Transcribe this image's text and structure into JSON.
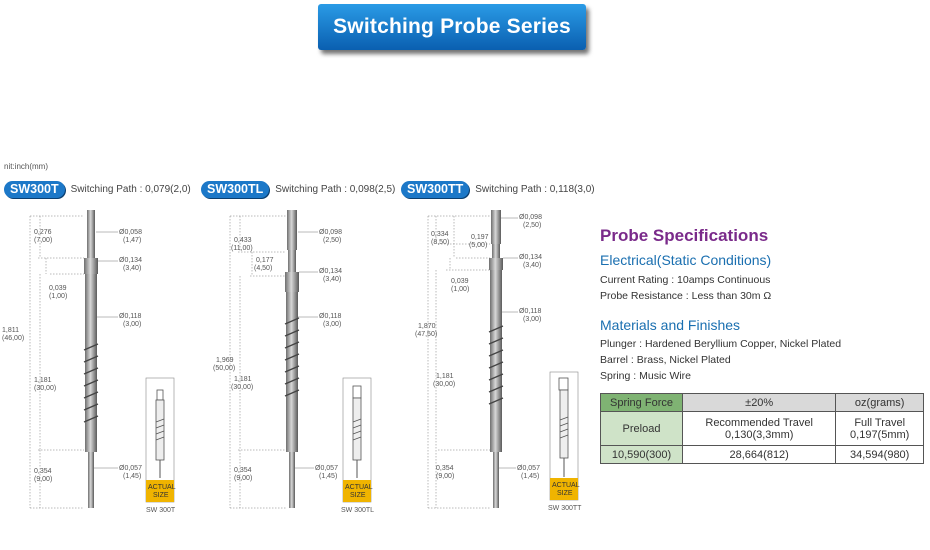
{
  "banner": "Switching Probe Series",
  "unit_note": "nit:inch(mm)",
  "probes": [
    {
      "model": "SW300T",
      "path": "Switching Path : 0,079(2,0)",
      "dims": {
        "d1": "0,276",
        "d1mm": "(7,00)",
        "d2": "0,039",
        "d2mm": "(1,00)",
        "total": "1,811",
        "totalmm": "(46,00)",
        "mid": "1,181",
        "midmm": "(30,00)",
        "bot": "0,354",
        "botmm": "(9,00)",
        "r1": "Ø0,058",
        "r1mm": "(1,47)",
        "r2": "Ø0,134",
        "r2mm": "(3,40)",
        "r3": "Ø0,118",
        "r3mm": "(3,00)",
        "r4": "Ø0,057",
        "r4mm": "(1,45)"
      },
      "actual_1": "ACTUAL",
      "actual_2": "SIZE",
      "caption": "SW 300T"
    },
    {
      "model": "SW300TL",
      "path": "Switching Path : 0,098(2,5)",
      "dims": {
        "d1": "0,433",
        "d1mm": "(11,00)",
        "d2": "0,177",
        "d2mm": "(4,50)",
        "total": "1,969",
        "totalmm": "(50,00)",
        "mid": "1,181",
        "midmm": "(30,00)",
        "bot": "0,354",
        "botmm": "(9,00)",
        "r1": "Ø0,098",
        "r1mm": "(2,50)",
        "r2": "Ø0,134",
        "r2mm": "(3,40)",
        "r3": "Ø0,118",
        "r3mm": "(3,00)",
        "r4": "Ø0,057",
        "r4mm": "(1,45)"
      },
      "actual_1": "ACTUAL",
      "actual_2": "SIZE",
      "caption": "SW 300TL"
    },
    {
      "model": "SW300TT",
      "path": "Switching Path : 0,118(3,0)",
      "dims": {
        "d1": "0,334",
        "d1mm": "(8,50)",
        "d2": "0,197",
        "d2mm": "(5,00)",
        "d3": "0,039",
        "d3mm": "(1,00)",
        "total": "1,870",
        "totalmm": "(47,50)",
        "mid": "1,181",
        "midmm": "(30,00)",
        "bot": "0,354",
        "botmm": "(9,00)",
        "r1": "Ø0,098",
        "r1mm": "(2,50)",
        "r2": "Ø0,134",
        "r2mm": "(3,40)",
        "r3": "Ø0,118",
        "r3mm": "(3,00)",
        "r4": "Ø0,057",
        "r4mm": "(1,45)"
      },
      "actual_1": "ACTUAL",
      "actual_2": "SIZE",
      "caption": "SW 300TT"
    }
  ],
  "spec": {
    "title": "Probe Specifications",
    "electrical_title": "Electrical(Static Conditions)",
    "electrical": [
      "Current Rating : 10amps Continuous",
      "Probe Resistance : Less than 30m Ω"
    ],
    "materials_title": "Materials and Finishes",
    "materials": [
      "Plunger : Hardened Beryllium Copper, Nickel Plated",
      "Barrel : Brass, Nickel Plated",
      "Spring : Music Wire"
    ]
  },
  "spring_table": {
    "h1": "Spring Force",
    "h2": "±20%",
    "h3": "oz(grams)",
    "r1c1": "Preload",
    "r1c2a": "Recommended Travel",
    "r1c2b": "0,130(3,3mm)",
    "r1c3a": "Full Travel",
    "r1c3b": "0,197(5mm)",
    "r2c1": "10,590(300)",
    "r2c2": "28,664(812)",
    "r2c3": "34,594(980)"
  }
}
